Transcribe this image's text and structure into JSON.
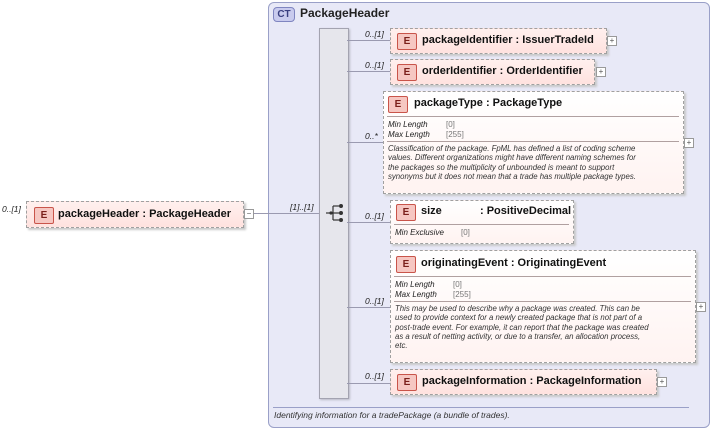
{
  "root": {
    "badge": "E",
    "name": "packageHeader : PackageHeader",
    "cardinality": "0..[1]"
  },
  "complex_type": {
    "badge": "CT",
    "title": "PackageHeader",
    "documentation": "Identifying information for a tradePackage (a bundle of trades).",
    "sequence_cardinality": "[1]..[1]"
  },
  "elements": [
    {
      "badge": "E",
      "name": "packageIdentifier : IssuerTradeId",
      "cardinality": "0..[1]"
    },
    {
      "badge": "E",
      "name": "orderIdentifier : OrderIdentifier",
      "cardinality": "0..[1]"
    },
    {
      "badge": "E",
      "name": "packageType : PackageType",
      "cardinality": "0..*",
      "facets": [
        {
          "label": "Min Length",
          "value": "[0]"
        },
        {
          "label": "Max Length",
          "value": "[255]"
        }
      ],
      "doc": [
        "Classification of the package. FpML has defined a list of coding scheme",
        "values. Different organizations might have different naming schemes for",
        "the packages so the multiplicity of unbounded is meant to support",
        "synonyms but it does not mean that a trade has multiple package types."
      ]
    },
    {
      "badge": "E",
      "name": "size",
      "type": ": PositiveDecimal",
      "cardinality": "0..[1]",
      "facets": [
        {
          "label": "Min Exclusive",
          "value": "[0]"
        }
      ]
    },
    {
      "badge": "E",
      "name": "originatingEvent : OriginatingEvent",
      "cardinality": "0..[1]",
      "facets": [
        {
          "label": "Min Length",
          "value": "[0]"
        },
        {
          "label": "Max Length",
          "value": "[255]"
        }
      ],
      "doc": [
        "This may be used to describe why a package was created. This can be",
        "used to provide context for a newly created package that is not part of a",
        "post-trade event. For example, it can report that the package was created",
        "as a result of netting activity, or due to a transfer, an allocation process,",
        "etc."
      ]
    },
    {
      "badge": "E",
      "name": "packageInformation : PackageInformation",
      "cardinality": "0..[1]"
    }
  ],
  "icons": {
    "expand": "+",
    "collapse": "−",
    "sequence": "sequence-icon"
  }
}
